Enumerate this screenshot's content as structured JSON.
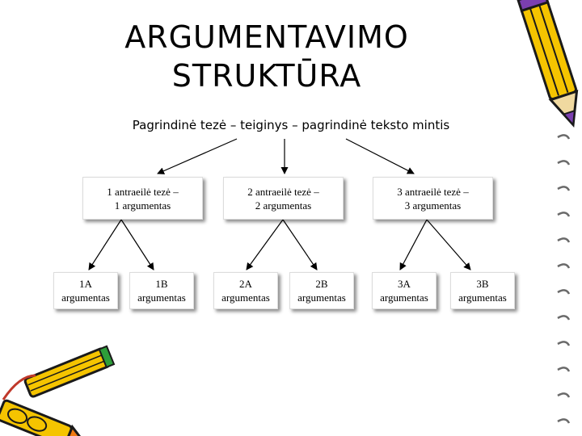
{
  "title": {
    "line1": "ARGUMENTAVIMO",
    "line2": "STRUKTŪRA"
  },
  "thesis": "Pagrindinė tezė – teiginys – pagrindinė teksto mintis",
  "subtheses": [
    {
      "line1": "1 antraeilė tezė –",
      "line2": "1 argumentas",
      "arguments": [
        {
          "line1": "1A",
          "line2": "argumentas"
        },
        {
          "line1": "1B",
          "line2": "argumentas"
        }
      ]
    },
    {
      "line1": "2 antraeilė tezė –",
      "line2": "2 argumentas",
      "arguments": [
        {
          "line1": "2A",
          "line2": "argumentas"
        },
        {
          "line1": "2B",
          "line2": "argumentas"
        }
      ]
    },
    {
      "line1": "3 antraeilė tezė –",
      "line2": "3 argumentas",
      "arguments": [
        {
          "line1": "3A",
          "line2": "argumentas"
        },
        {
          "line1": "3B",
          "line2": "argumentas"
        }
      ]
    }
  ],
  "colors": {
    "pencil_body": "#f5c400",
    "pencil_tip": "#f07a12",
    "pencil_outline": "#1a1a1a",
    "arrow": "#000000"
  },
  "icons": {
    "top_right": "pencil-icon",
    "bottom_left": "crayons-icon",
    "right_edge": "spiral-binding-icon"
  }
}
